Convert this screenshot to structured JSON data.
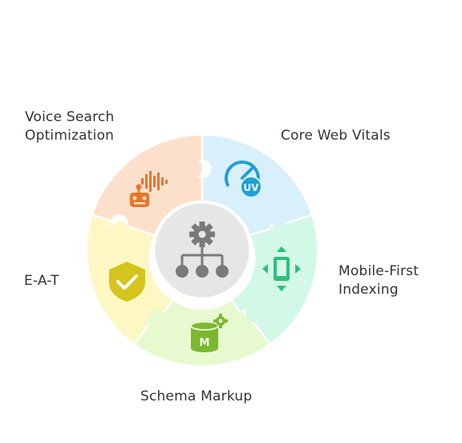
{
  "diagram": {
    "center_icon": "gear-hierarchy-icon",
    "segments": [
      {
        "id": "voice-search",
        "label_lines": [
          "Voice Search",
          "Optimization"
        ],
        "icon": "robot-soundwave-icon",
        "fill": "#fde0cc",
        "icon_color": "#e8762c"
      },
      {
        "id": "core-web-vitals",
        "label_lines": [
          "Core Web Vitals"
        ],
        "icon": "uv-gauge-icon",
        "fill": "#d8f0fb",
        "icon_color": "#1f9fd8"
      },
      {
        "id": "mobile-first",
        "label_lines": [
          "Mobile-First",
          "Indexing"
        ],
        "icon": "mobile-arrows-icon",
        "fill": "#d2f8e7",
        "icon_color": "#2fbf78"
      },
      {
        "id": "schema-markup",
        "label_lines": [
          "Schema Markup"
        ],
        "icon": "database-gear-icon",
        "fill": "#e7f9cf",
        "icon_color": "#7cb82f"
      },
      {
        "id": "eat",
        "label_lines": [
          "E-A-T"
        ],
        "icon": "shield-check-icon",
        "fill": "#fdf7c4",
        "icon_color": "#d4c41d"
      }
    ],
    "center_fill": "#e6e6e6",
    "center_icon_color": "#7a7a7a"
  }
}
